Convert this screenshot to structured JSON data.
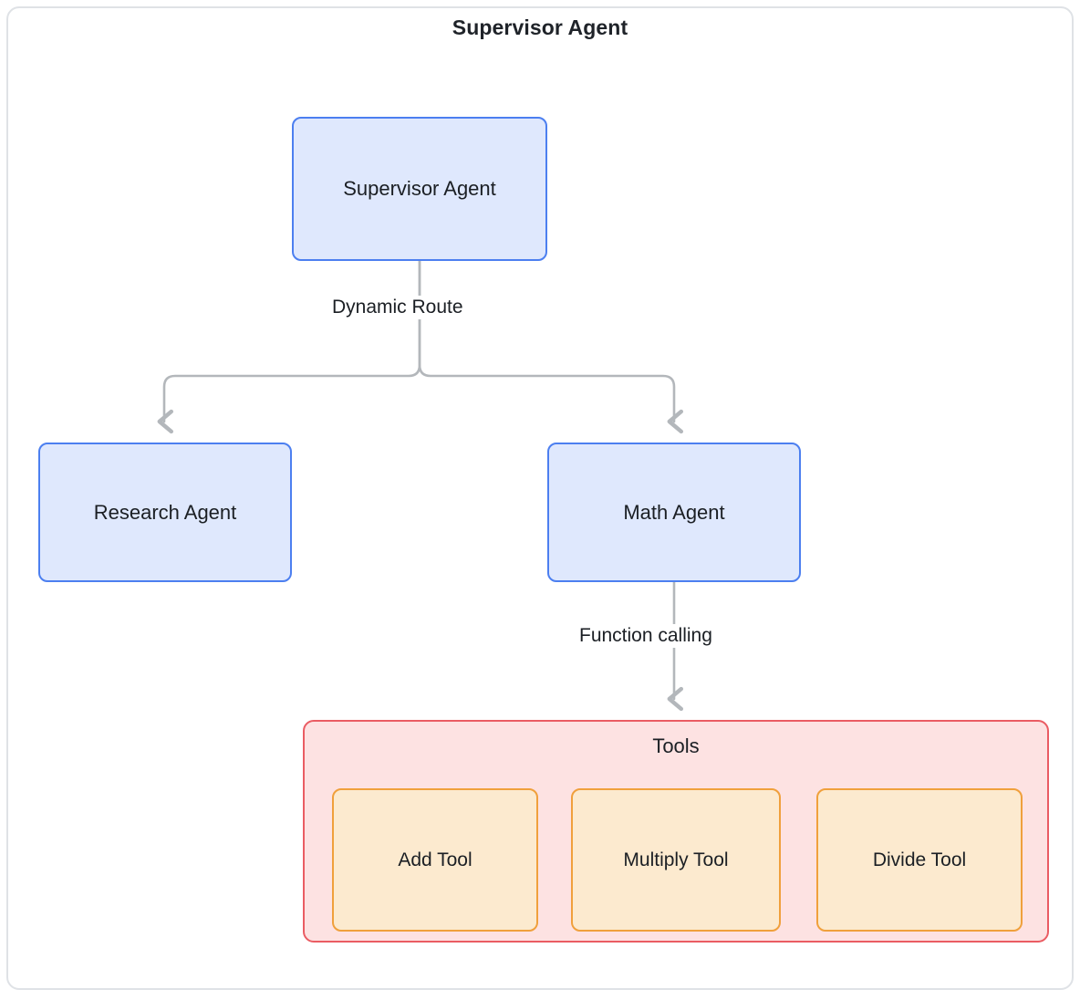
{
  "frame": {
    "title": "Supervisor Agent",
    "border_color": "#dfe2e6"
  },
  "colors": {
    "agent_fill": "#dfe8fd",
    "agent_border": "#4c7ff0",
    "tools_fill": "#fde2e2",
    "tools_border": "#ea5c63",
    "tool_fill": "#fceacf",
    "tool_border": "#f0a03c",
    "edge": "#b3b7bb",
    "text": "#1b1f24"
  },
  "nodes": {
    "supervisor": {
      "label": "Supervisor Agent"
    },
    "research": {
      "label": "Research Agent"
    },
    "math": {
      "label": "Math Agent"
    }
  },
  "tools_group": {
    "label": "Tools",
    "tools": [
      {
        "label": "Add Tool"
      },
      {
        "label": "Multiply Tool"
      },
      {
        "label": "Divide Tool"
      }
    ]
  },
  "edges": [
    {
      "from": "supervisor",
      "to": "research",
      "label": "Dynamic Route"
    },
    {
      "from": "supervisor",
      "to": "math",
      "label": ""
    },
    {
      "from": "math",
      "to": "tools",
      "label": "Function calling"
    }
  ],
  "edge_labels": {
    "dynamic_route": "Dynamic Route",
    "function_calling": "Function calling"
  }
}
